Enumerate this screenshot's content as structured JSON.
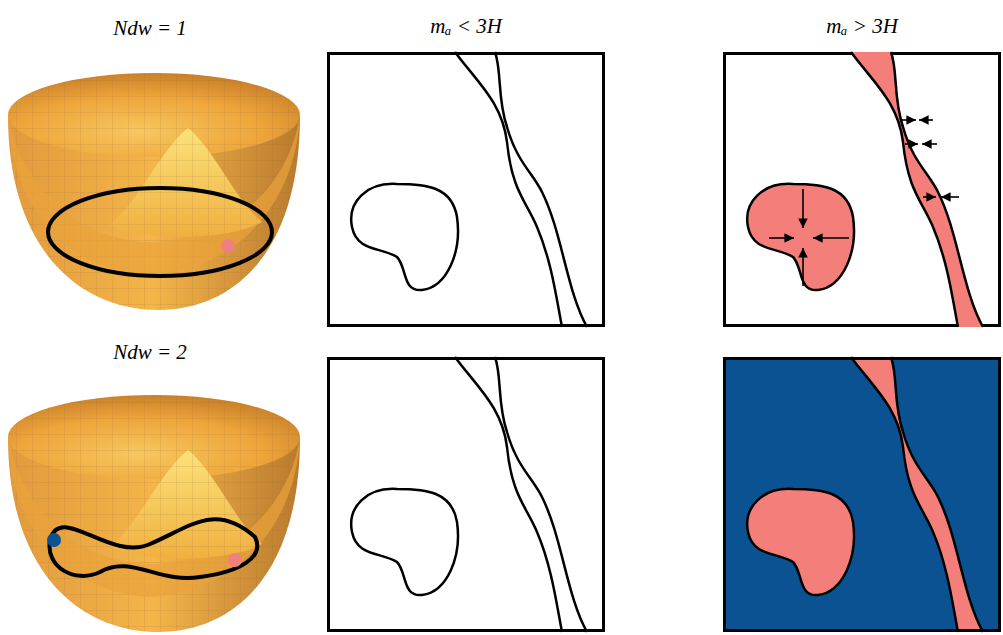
{
  "diagram": {
    "labels": [
      "Ndw = 1",
      "mₐ < 3H",
      "mₐ > 3H",
      "Ndw = 2"
    ]
  }
}
